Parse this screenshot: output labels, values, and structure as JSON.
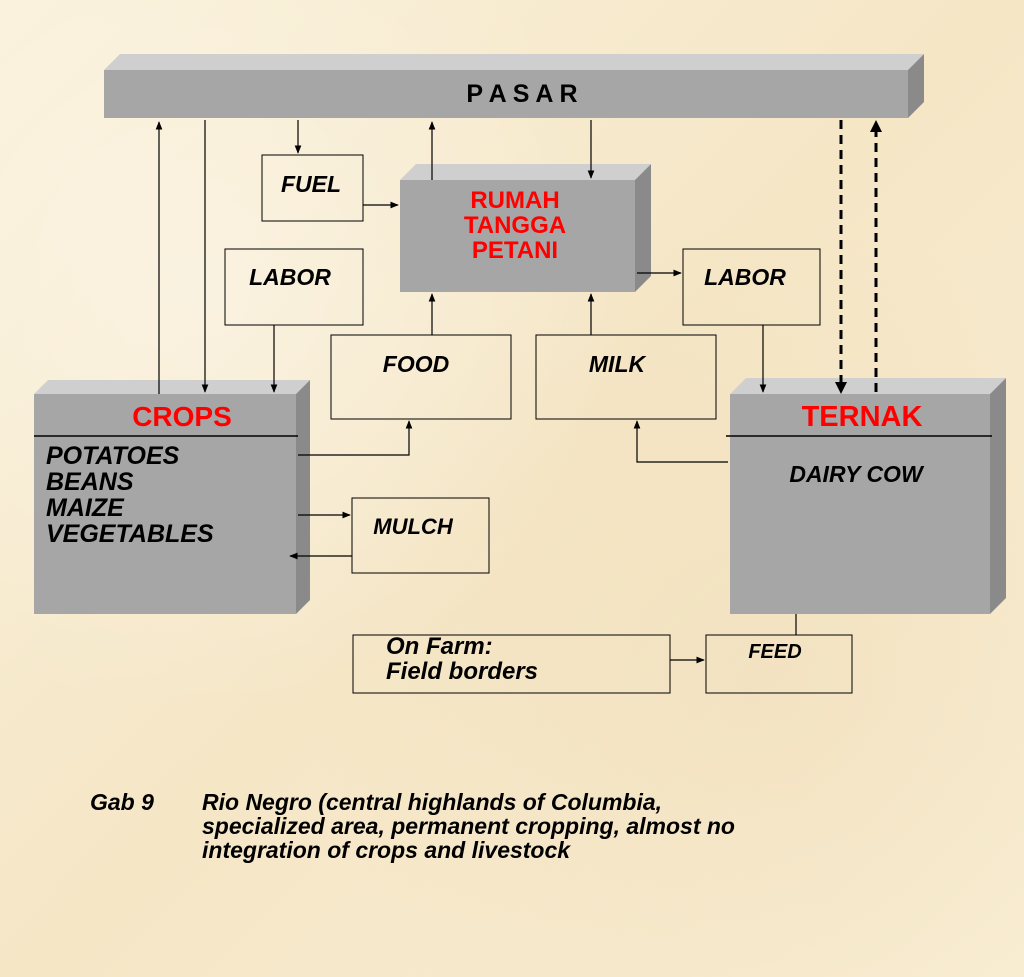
{
  "diagram": {
    "pasar": "P A S A R",
    "household": {
      "line1": "RUMAH",
      "line2": "TANGGA",
      "line3": "PETANI"
    },
    "crops": {
      "title": "CROPS",
      "items": [
        "POTATOES",
        "BEANS",
        "MAIZE",
        "VEGETABLES"
      ]
    },
    "ternak": {
      "title": "TERNAK",
      "subtitle": "DAIRY COW"
    },
    "boxes": {
      "fuel": "FUEL",
      "labor_left": "LABOR",
      "labor_right": "LABOR",
      "food": "FOOD",
      "milk": "MILK",
      "mulch": "MULCH",
      "on_farm": {
        "line1": "On Farm:",
        "line2": "Field borders"
      },
      "feed": "FEED"
    },
    "colors": {
      "block_face": "#a6a6a6",
      "block_top": "#cfcfcf",
      "block_side": "#8a8a8a",
      "title_red": "#ff0000",
      "line": "#000000"
    }
  },
  "caption": {
    "number": "Gab 9",
    "line1": "Rio Negro (central highlands of Columbia,",
    "line2": "specialized area, permanent cropping, almost no",
    "line3": "integration of crops and livestock"
  }
}
